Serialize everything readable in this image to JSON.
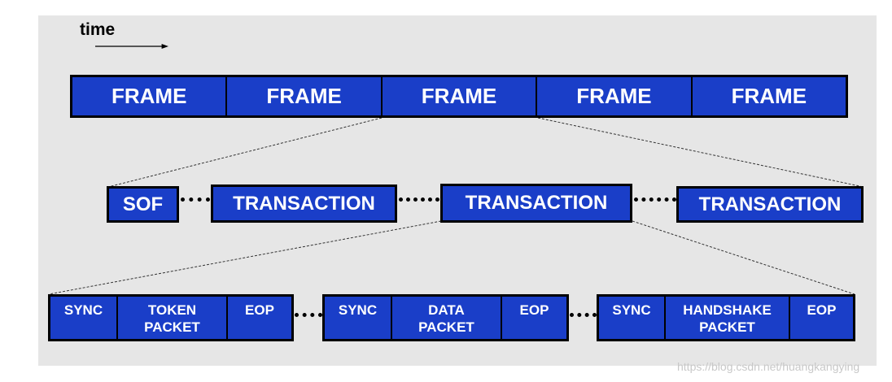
{
  "time_label": "time",
  "frames": [
    "FRAME",
    "FRAME",
    "FRAME",
    "FRAME",
    "FRAME"
  ],
  "middle": {
    "sof": "SOF",
    "transactions": [
      "TRANSACTION",
      "TRANSACTION",
      "TRANSACTION"
    ]
  },
  "packets": [
    {
      "cells": [
        "SYNC",
        "TOKEN\nPACKET",
        "EOP"
      ]
    },
    {
      "cells": [
        "SYNC",
        "DATA\nPACKET",
        "EOP"
      ]
    },
    {
      "cells": [
        "SYNC",
        "HANDSHAKE\nPACKET",
        "EOP"
      ]
    }
  ],
  "watermark": "https://blog.csdn.net/huangkangying",
  "colors": {
    "box_fill": "#1a3ec8",
    "box_border": "#000000",
    "panel": "#e6e6e6"
  }
}
